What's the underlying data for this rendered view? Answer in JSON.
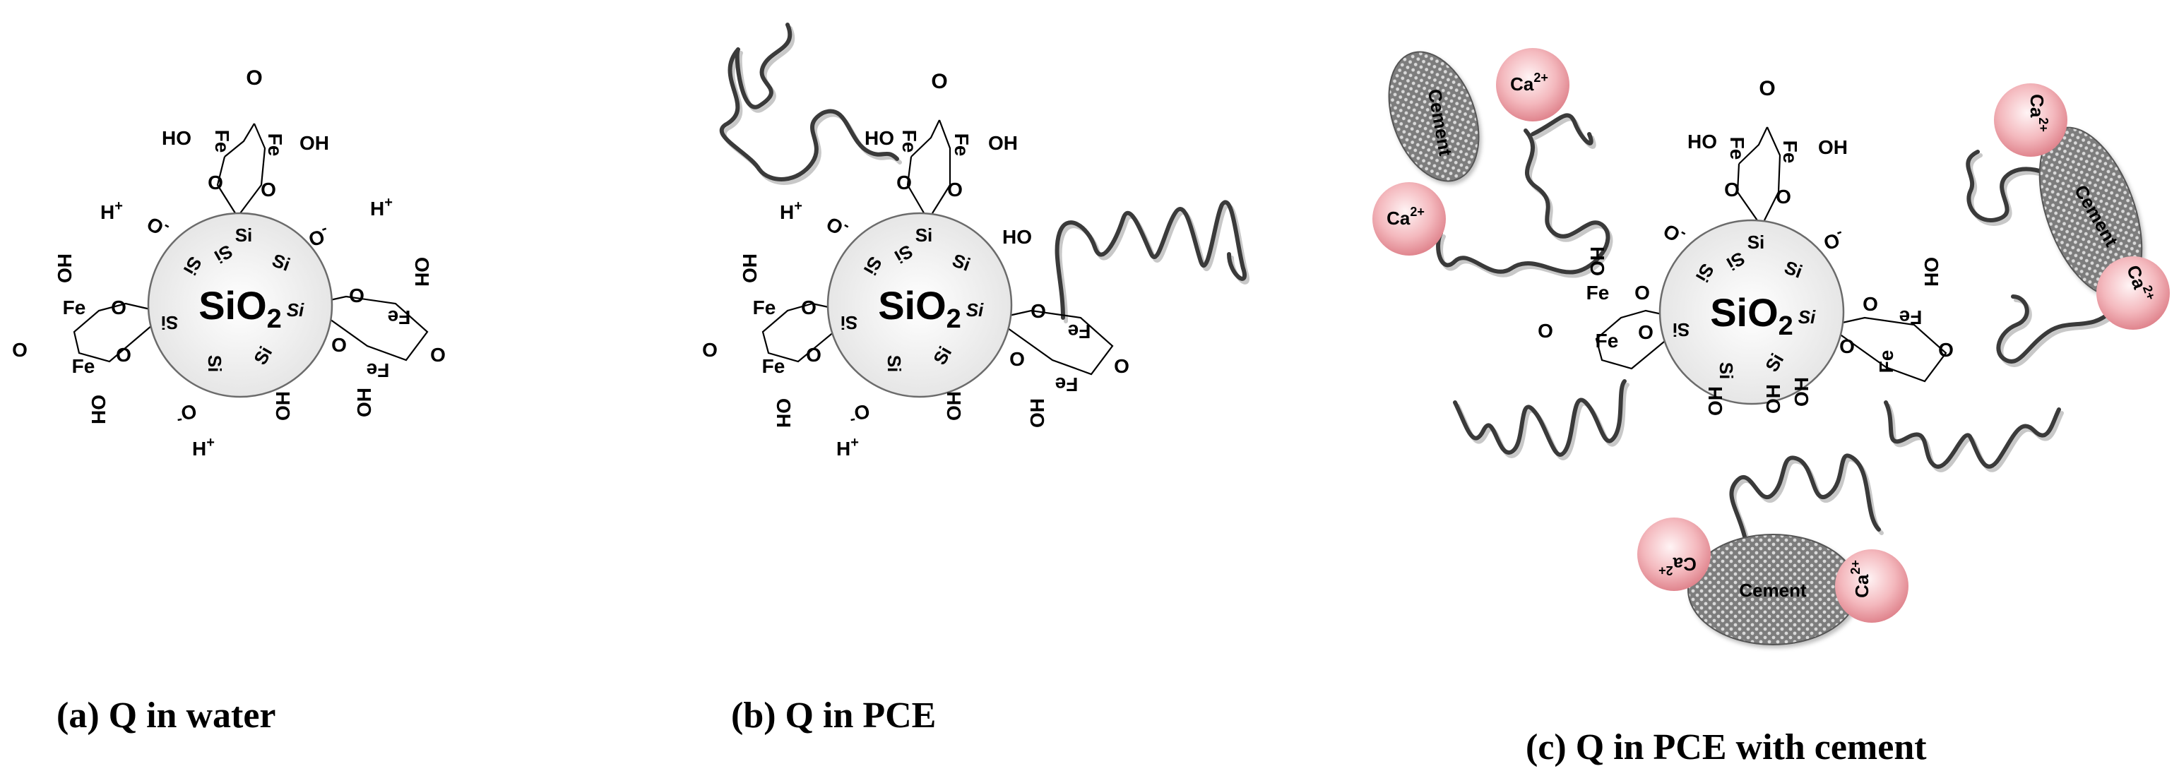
{
  "panels": [
    {
      "caption": "(a) Q in water",
      "core": {
        "base": "SiO",
        "sub": "2"
      },
      "si": [
        "Si",
        "Si",
        "Si",
        "Si",
        "Si",
        "Si",
        "Si",
        "Si"
      ],
      "labels": {
        "fe1": "Fe",
        "fe2": "Fe",
        "fe3": "Fe",
        "fe4": "Fe",
        "fe5": "Fe",
        "fe6": "Fe",
        "o_top": "O",
        "o1": "O",
        "o2": "O",
        "o3": "O",
        "o4": "O",
        "o5": "O",
        "o6": "O",
        "o7": "O",
        "o8": "O",
        "oh1": "HO",
        "oh2": "OH",
        "oh3": "HO",
        "oh4": "OH",
        "oh5": "OH",
        "oh6": "OH",
        "oh7": "OH",
        "om1": "O",
        "om2": "O",
        "om3": "O",
        "h1": "H",
        "h2": "H",
        "h3": "H"
      },
      "plus": "+",
      "minus": "-"
    },
    {
      "caption": "(b) Q in PCE",
      "core": {
        "base": "SiO",
        "sub": "2"
      },
      "si": [
        "Si",
        "Si",
        "Si",
        "Si",
        "Si",
        "Si",
        "Si",
        "Si"
      ],
      "labels": {
        "fe1": "Fe",
        "fe2": "Fe",
        "fe3": "Fe",
        "fe4": "Fe",
        "fe5": "Fe",
        "fe6": "Fe",
        "o_top": "O",
        "o1": "O",
        "o2": "O",
        "o3": "O",
        "o4": "O",
        "o5": "O",
        "o6": "O",
        "o7": "O",
        "o8": "O",
        "oh1": "HO",
        "oh2": "OH",
        "oh3": "HO",
        "oh4": "OH",
        "oh5": "OH",
        "oh6": "OH",
        "oh7": "OH",
        "om1": "O",
        "om2": "O",
        "h1": "H",
        "h2": "H"
      },
      "plus": "+",
      "minus": "-"
    },
    {
      "caption": "(c) Q in PCE with cement",
      "core": {
        "base": "SiO",
        "sub": "2"
      },
      "si": [
        "Si",
        "Si",
        "Si",
        "Si",
        "Si",
        "Si",
        "Si",
        "Si"
      ],
      "labels": {
        "fe1": "Fe",
        "fe2": "Fe",
        "fe3": "Fe",
        "fe4": "Fe",
        "fe5": "Fe",
        "fe6": "Fe",
        "o_top": "O",
        "o1": "O",
        "o2": "O",
        "o3": "O",
        "o4": "O",
        "o5": "O",
        "o6": "O",
        "o7": "O",
        "o8": "O",
        "oh1": "HO",
        "oh2": "OH",
        "oh3": "HO",
        "oh4": "OH",
        "oh5": "OH",
        "oh6": "OH",
        "oh7": "OH",
        "om1": "O",
        "om2": "O"
      },
      "plus": "+",
      "minus": "-",
      "cement_label": "Cement",
      "calcium": {
        "base": "Ca",
        "charge": "2+"
      }
    }
  ],
  "colors": {
    "particle_fill": "#f2f2f2",
    "particle_stroke": "#6b6b6b",
    "chain": "#3a3a3a",
    "cement_fill": "#8a8a8a",
    "calcium_center": "#fde8ea",
    "calcium_edge": "#e58f97"
  }
}
